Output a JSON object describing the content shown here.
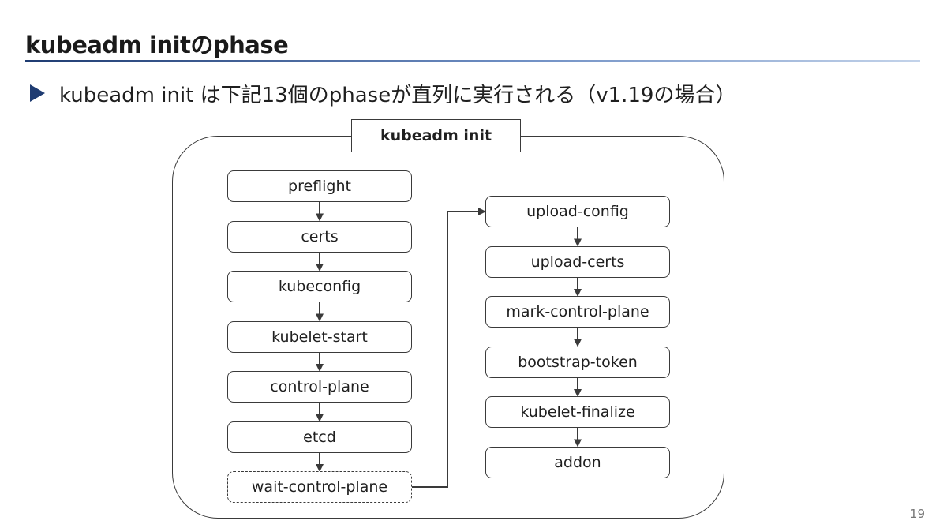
{
  "slide": {
    "title": "kubeadm initのphase",
    "bullet": "kubeadm init は下記13個のphaseが直列に実行される（v1.19の場合）",
    "page_number": "19"
  },
  "diagram": {
    "frame_label": "kubeadm init",
    "left_column": [
      {
        "label": "preflight"
      },
      {
        "label": "certs"
      },
      {
        "label": "kubeconfig"
      },
      {
        "label": "kubelet-start"
      },
      {
        "label": "control-plane"
      },
      {
        "label": "etcd"
      },
      {
        "label": "wait-control-plane"
      }
    ],
    "right_column": [
      {
        "label": "upload-config"
      },
      {
        "label": "upload-certs"
      },
      {
        "label": "mark-control-plane"
      },
      {
        "label": "bootstrap-token"
      },
      {
        "label": "kubelet-finalize"
      },
      {
        "label": "addon"
      }
    ],
    "colors": {
      "accent": "#1f3c72",
      "stroke": "#3a3a3a"
    }
  }
}
